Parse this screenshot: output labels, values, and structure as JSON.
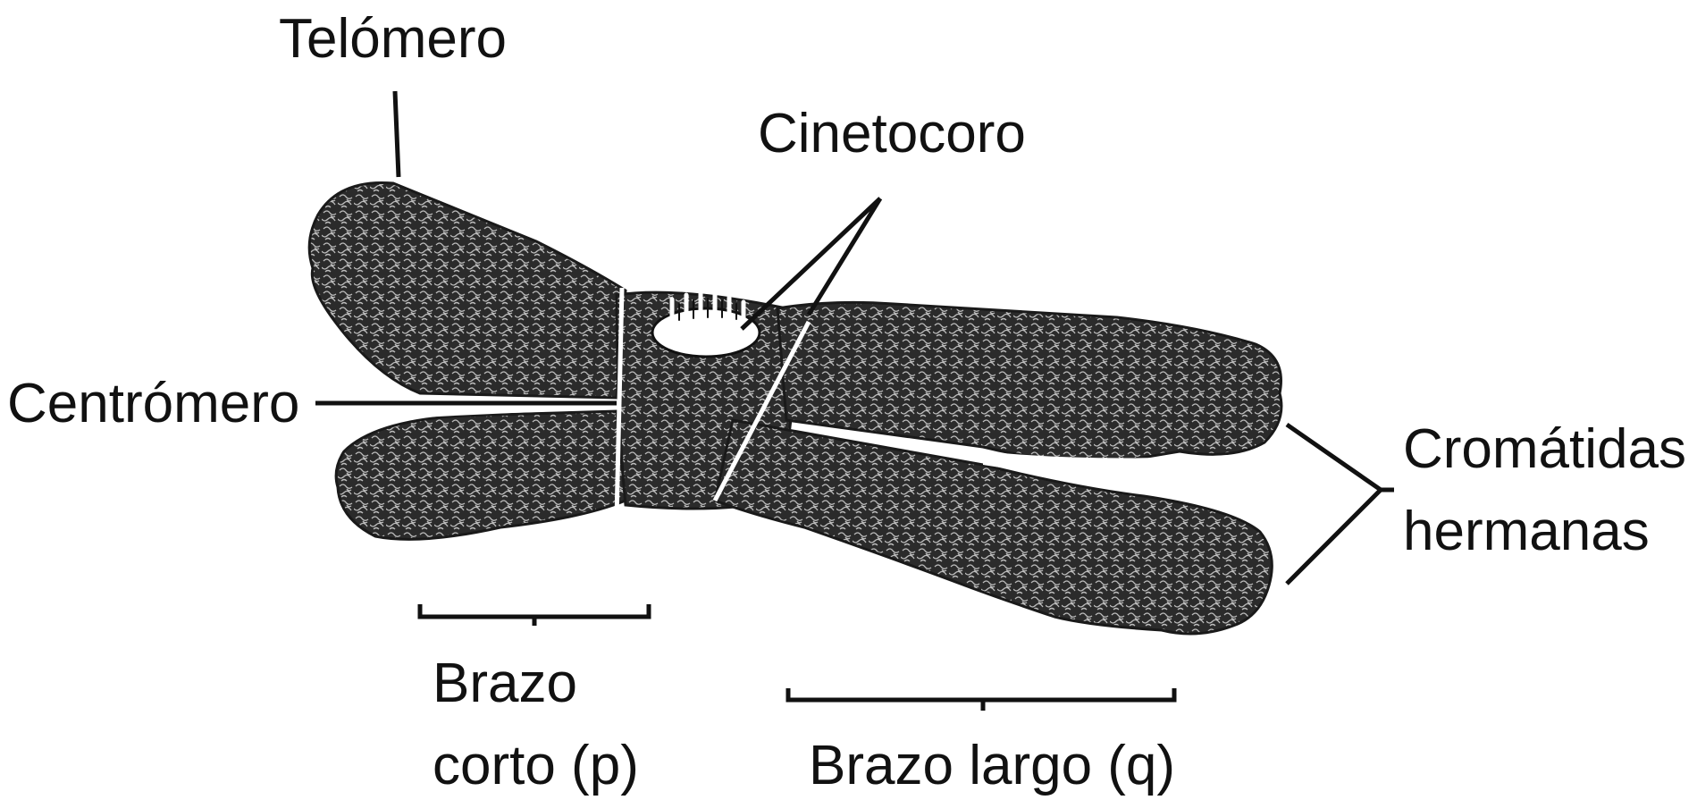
{
  "labels": {
    "telomero": "Telómero",
    "cinetocoro": "Cinetocoro",
    "centromero": "Centrómero",
    "cromatidas_line1": "Cromátidas",
    "cromatidas_line2": "hermanas",
    "brazo_corto_line1": "Brazo",
    "brazo_corto_line2": "corto (p)",
    "brazo_largo": "Brazo largo (q)"
  },
  "colors": {
    "chromatin": "#2b2b2b",
    "chromatin_texture": "#bdbdbd",
    "lines": "#111111",
    "background": "#ffffff"
  }
}
